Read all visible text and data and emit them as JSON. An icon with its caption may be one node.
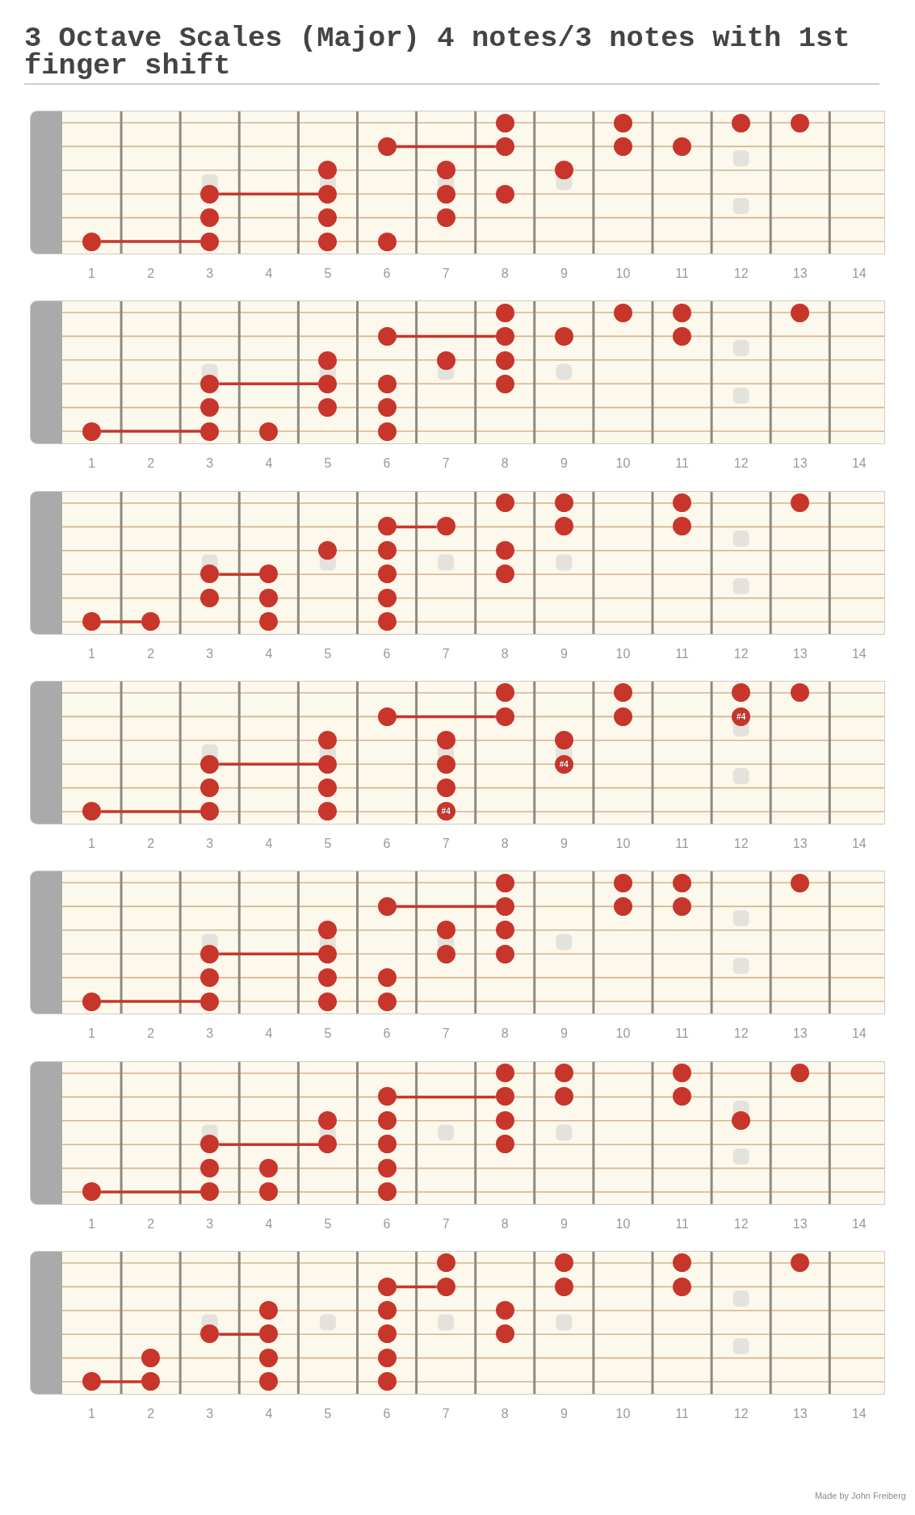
{
  "diagram": {
    "title": "3 Octave Scales (Major) 4 notes/3 notes with 1st finger shift",
    "nodes": [
      {
        "text": [],
        "shape": "box",
        "beside": [
          "1",
          "2",
          "3",
          "4",
          "5",
          "6",
          "7",
          "8",
          "9",
          "10",
          "11",
          "12",
          "13",
          "14"
        ]
      },
      {
        "text": [],
        "shape": "circle",
        "in": 0
      },
      {
        "text": [],
        "shape": "circle",
        "in": 0
      },
      {
        "text": [],
        "shape": "circle",
        "in": 0
      },
      {
        "text": [],
        "shape": "circle",
        "in": 0
      },
      {
        "text": [],
        "shape": "circle",
        "in": 0
      },
      {
        "text": [],
        "shape": "circle",
        "in": 0
      },
      {
        "text": [],
        "shape": "circle",
        "in": 0
      },
      {
        "text": [],
        "shape": "circle",
        "in": 0
      },
      {
        "text": [],
        "shape": "circle",
        "in": 0
      },
      {
        "text": [],
        "shape": "circle",
        "in": 0
      },
      {
        "text": [],
        "shape": "circle",
        "in": 0
      },
      {
        "text": [],
        "shape": "circle",
        "in": 0
      },
      {
        "text": [],
        "shape": "circle",
        "in": 0
      },
      {
        "text": [],
        "shape": "circle",
        "in": 0
      },
      {
        "text": [],
        "shape": "circle",
        "in": 0
      },
      {
        "text": [],
        "shape": "circle",
        "in": 0
      },
      {
        "text": [],
        "shape": "circle",
        "in": 0
      },
      {
        "text": [],
        "shape": "circle",
        "in": 0
      },
      {
        "text": [],
        "shape": "circle",
        "in": 0
      },
      {
        "text": [],
        "shape": "circle",
        "in": 0
      },
      {
        "text": [],
        "shape": "circle",
        "in": 0
      },
      {
        "text": [],
        "shape": "circle",
        "in": 0
      },
      {
        "text": [],
        "shape": "box",
        "beside": [
          "1",
          "2",
          "3",
          "4",
          "5",
          "6",
          "7",
          "8",
          "9",
          "10",
          "11",
          "12",
          "13",
          "14"
        ]
      },
      {
        "text": [],
        "shape": "circle",
        "in": 23
      },
      {
        "text": [],
        "shape": "circle",
        "in": 23
      },
      {
        "text": [],
        "shape": "circle",
        "in": 23
      },
      {
        "text": [],
        "shape": "circle",
        "in": 23
      },
      {
        "text": [],
        "shape": "circle",
        "in": 23
      },
      {
        "text": [],
        "shape": "circle",
        "in": 23
      },
      {
        "text": [],
        "shape": "circle",
        "in": 23
      },
      {
        "text": [],
        "shape": "circle",
        "in": 23
      },
      {
        "text": [],
        "shape": "circle",
        "in": 23
      },
      {
        "text": [],
        "shape": "circle",
        "in": 23
      },
      {
        "text": [],
        "shape": "circle",
        "in": 23
      },
      {
        "text": [],
        "shape": "circle",
        "in": 23
      },
      {
        "text": [],
        "shape": "circle",
        "in": 23
      },
      {
        "text": [],
        "shape": "circle",
        "in": 23
      },
      {
        "text": [],
        "shape": "circle",
        "in": 23
      },
      {
        "text": [],
        "shape": "circle",
        "in": 23
      },
      {
        "text": [],
        "shape": "circle",
        "in": 23
      },
      {
        "text": [],
        "shape": "circle",
        "in": 23
      },
      {
        "text": [],
        "shape": "circle",
        "in": 23
      },
      {
        "text": [],
        "shape": "circle",
        "in": 23
      },
      {
        "text": [],
        "shape": "circle",
        "in": 23
      },
      {
        "text": [],
        "shape": "circle",
        "in": 23
      },
      {
        "text": [],
        "shape": "box",
        "beside": [
          "1",
          "2",
          "3",
          "4",
          "5",
          "6",
          "7",
          "8",
          "9",
          "10",
          "11",
          "12",
          "13",
          "14"
        ]
      },
      {
        "text": [],
        "shape": "circle",
        "in": 46
      },
      {
        "text": [],
        "shape": "circle",
        "in": 46
      },
      {
        "text": [],
        "shape": "circle",
        "in": 46
      },
      {
        "text": [],
        "shape": "circle",
        "in": 46
      },
      {
        "text": [],
        "shape": "circle",
        "in": 46
      },
      {
        "text": [],
        "shape": "circle",
        "in": 46
      },
      {
        "text": [],
        "shape": "circle",
        "in": 46
      },
      {
        "text": [],
        "shape": "circle",
        "in": 46
      },
      {
        "text": [],
        "shape": "circle",
        "in": 46
      },
      {
        "text": [],
        "shape": "circle",
        "in": 46
      },
      {
        "text": [],
        "shape": "circle",
        "in": 46
      },
      {
        "text": [],
        "shape": "circle",
        "in": 46
      },
      {
        "text": [],
        "shape": "circle",
        "in": 46
      },
      {
        "text": [],
        "shape": "circle",
        "in": 46
      },
      {
        "text": [],
        "shape": "circle",
        "in": 46
      },
      {
        "text": [],
        "shape": "circle",
        "in": 46
      },
      {
        "text": [],
        "shape": "circle",
        "in": 46
      },
      {
        "text": [],
        "shape": "circle",
        "in": 46
      },
      {
        "text": [],
        "shape": "circle",
        "in": 46
      },
      {
        "text": [],
        "shape": "circle",
        "in": 46
      },
      {
        "text": [],
        "shape": "circle",
        "in": 46
      },
      {
        "text": [],
        "shape": "circle",
        "in": 46
      },
      {
        "text": [],
        "shape": "box",
        "beside": [
          "1",
          "2",
          "3",
          "4",
          "5",
          "6",
          "7",
          "8",
          "9",
          "10",
          "11",
          "12",
          "13",
          "14"
        ]
      },
      {
        "text": [],
        "shape": "circle",
        "in": 69
      },
      {
        "text": [],
        "shape": "circle",
        "in": 69
      },
      {
        "text": [],
        "shape": "circle",
        "in": 69
      },
      {
        "text": [],
        "shape": "circle",
        "in": 69
      },
      {
        "text": [],
        "shape": "circle",
        "in": 69
      },
      {
        "text": [],
        "shape": "circle",
        "in": 69
      },
      {
        "text": [],
        "shape": "circle",
        "in": 69
      },
      {
        "text": [
          "#4"
        ],
        "in": 69
      },
      {
        "text": [],
        "shape": "circle",
        "in": 69
      },
      {
        "text": [],
        "shape": "circle",
        "in": 69
      },
      {
        "text": [],
        "shape": "circle",
        "in": 69
      },
      {
        "text": [],
        "shape": "circle",
        "in": 69
      },
      {
        "text": [],
        "shape": "circle",
        "in": 69
      },
      {
        "text": [],
        "shape": "circle",
        "in": 69
      },
      {
        "text": [
          "#4"
        ],
        "in": 69
      },
      {
        "text": [],
        "shape": "circle",
        "in": 69
      },
      {
        "text": [],
        "shape": "circle",
        "in": 69
      },
      {
        "text": [],
        "shape": "circle",
        "in": 69
      },
      {
        "text": [],
        "shape": "circle",
        "in": 69
      },
      {
        "text": [],
        "shape": "circle",
        "in": 69
      },
      {
        "text": [],
        "shape": "circle",
        "in": 69
      },
      {
        "text": [
          "#4"
        ],
        "in": 69
      },
      {
        "text": [],
        "shape": "box",
        "beside": [
          "1",
          "2",
          "3",
          "4",
          "5",
          "6",
          "7",
          "8",
          "9",
          "10",
          "11",
          "12",
          "13",
          "14"
        ]
      },
      {
        "text": [],
        "shape": "circle",
        "in": 92
      },
      {
        "text": [],
        "shape": "circle",
        "in": 92
      },
      {
        "text": [],
        "shape": "circle",
        "in": 92
      },
      {
        "text": [],
        "shape": "circle",
        "in": 92
      },
      {
        "text": [],
        "shape": "circle",
        "in": 92
      },
      {
        "text": [],
        "shape": "circle",
        "in": 92
      },
      {
        "text": [],
        "shape": "circle",
        "in": 92
      },
      {
        "text": [],
        "shape": "circle",
        "in": 92
      },
      {
        "text": [],
        "shape": "circle",
        "in": 92
      },
      {
        "text": [],
        "shape": "circle",
        "in": 92
      },
      {
        "text": [],
        "shape": "circle",
        "in": 92
      },
      {
        "text": [],
        "shape": "circle",
        "in": 92
      },
      {
        "text": [],
        "shape": "circle",
        "in": 92
      },
      {
        "text": [],
        "shape": "circle",
        "in": 92
      },
      {
        "text": [],
        "shape": "circle",
        "in": 92
      },
      {
        "text": [],
        "shape": "circle",
        "in": 92
      },
      {
        "text": [],
        "shape": "circle",
        "in": 92
      },
      {
        "text": [],
        "shape": "circle",
        "in": 92
      },
      {
        "text": [],
        "shape": "circle",
        "in": 92
      },
      {
        "text": [],
        "shape": "circle",
        "in": 92
      },
      {
        "text": [],
        "shape": "circle",
        "in": 92
      },
      {
        "text": [],
        "shape": "circle",
        "in": 92
      },
      {
        "text": [],
        "shape": "box",
        "beside": [
          "1",
          "2",
          "3",
          "4",
          "5",
          "6",
          "7",
          "8",
          "9",
          "10",
          "11",
          "12",
          "13",
          "14"
        ]
      },
      {
        "text": [],
        "shape": "circle",
        "in": 115
      },
      {
        "text": [],
        "shape": "circle",
        "in": 115
      },
      {
        "text": [],
        "shape": "circle",
        "in": 115
      },
      {
        "text": [],
        "shape": "circle",
        "in": 115
      },
      {
        "text": [],
        "shape": "circle",
        "in": 115
      },
      {
        "text": [],
        "shape": "circle",
        "in": 115
      },
      {
        "text": [],
        "shape": "circle",
        "in": 115
      },
      {
        "text": [],
        "shape": "circle",
        "in": 115
      },
      {
        "text": [],
        "shape": "circle",
        "in": 115
      },
      {
        "text": [],
        "shape": "circle",
        "in": 115
      },
      {
        "text": [],
        "shape": "circle",
        "in": 115
      },
      {
        "text": [],
        "shape": "circle",
        "in": 115
      },
      {
        "text": [],
        "shape": "circle",
        "in": 115
      },
      {
        "text": [],
        "shape": "circle",
        "in": 115
      },
      {
        "text": [],
        "shape": "circle",
        "in": 115
      },
      {
        "text": [],
        "shape": "circle",
        "in": 115
      },
      {
        "text": [],
        "shape": "circle",
        "in": 115
      },
      {
        "text": [],
        "shape": "circle",
        "in": 115
      },
      {
        "text": [],
        "shape": "circle",
        "in": 115
      },
      {
        "text": [],
        "shape": "circle",
        "in": 115
      },
      {
        "text": [],
        "shape": "circle",
        "in": 115
      },
      {
        "text": [],
        "shape": "circle",
        "in": 115
      },
      {
        "text": [],
        "shape": "circle",
        "in": 115
      },
      {
        "text": [],
        "shape": "box",
        "beside": [
          "1",
          "2",
          "3",
          "4",
          "5",
          "6",
          "7",
          "8",
          "9",
          "10",
          "11",
          "12",
          "13",
          "14"
        ]
      },
      {
        "text": [],
        "shape": "circle",
        "in": 139
      },
      {
        "text": [],
        "shape": "circle",
        "in": 139
      },
      {
        "text": [],
        "shape": "circle",
        "in": 139
      },
      {
        "text": [],
        "shape": "circle",
        "in": 139
      },
      {
        "text": [],
        "shape": "circle",
        "in": 139
      },
      {
        "text": [],
        "shape": "circle",
        "in": 139
      },
      {
        "text": [],
        "shape": "circle",
        "in": 139
      },
      {
        "text": [],
        "shape": "circle",
        "in": 139
      },
      {
        "text": [],
        "shape": "circle",
        "in": 139
      },
      {
        "text": [],
        "shape": "circle",
        "in": 139
      },
      {
        "text": [],
        "shape": "circle",
        "in": 139
      },
      {
        "text": [],
        "shape": "circle",
        "in": 139
      },
      {
        "text": [],
        "shape": "circle",
        "in": 139
      },
      {
        "text": [],
        "shape": "circle",
        "in": 139
      },
      {
        "text": [],
        "shape": "circle",
        "in": 139
      },
      {
        "text": [],
        "shape": "circle",
        "in": 139
      },
      {
        "text": [],
        "shape": "circle",
        "in": 139
      },
      {
        "text": [],
        "shape": "circle",
        "in": 139
      },
      {
        "text": [],
        "shape": "circle",
        "in": 139
      },
      {
        "text": [],
        "shape": "circle",
        "in": 139
      },
      {
        "text": [],
        "shape": "circle",
        "in": 139
      },
      {
        "text": [],
        "shape": "circle",
        "in": 139
      }
    ],
    "edges": [
      {
        "from": 5,
        "to": 6,
        "arrow": "none"
      },
      {
        "from": 12,
        "to": 13,
        "arrow": "none"
      },
      {
        "from": 19,
        "to": 20,
        "arrow": "none"
      },
      {
        "from": 28,
        "to": 29,
        "arrow": "none"
      },
      {
        "from": 35,
        "to": 36,
        "arrow": "none"
      },
      {
        "from": 42,
        "to": 43,
        "arrow": "none"
      },
      {
        "from": 51,
        "to": 52,
        "arrow": "none"
      },
      {
        "from": 58,
        "to": 59,
        "arrow": "none"
      },
      {
        "from": 65,
        "to": 66,
        "arrow": "none"
      },
      {
        "from": 74,
        "to": 75,
        "arrow": "none"
      },
      {
        "from": 81,
        "to": 82,
        "arrow": "none"
      },
      {
        "from": 88,
        "to": 89,
        "arrow": "none"
      },
      {
        "from": 97,
        "to": 98,
        "arrow": "none"
      },
      {
        "from": 104,
        "to": 105,
        "arrow": "none"
      },
      {
        "from": 111,
        "to": 112,
        "arrow": "none"
      },
      {
        "from": 120,
        "to": 121,
        "arrow": "none"
      },
      {
        "from": 128,
        "to": 129,
        "arrow": "none"
      },
      {
        "from": 135,
        "to": 136,
        "arrow": "none"
      },
      {
        "from": 144,
        "to": 145,
        "arrow": "none"
      },
      {
        "from": 151,
        "to": 152,
        "arrow": "none"
      },
      {
        "from": 158,
        "to": 159,
        "arrow": "none"
      }
    ],
    "labels": [
      "Made by John Freiberg"
    ]
  }
}
